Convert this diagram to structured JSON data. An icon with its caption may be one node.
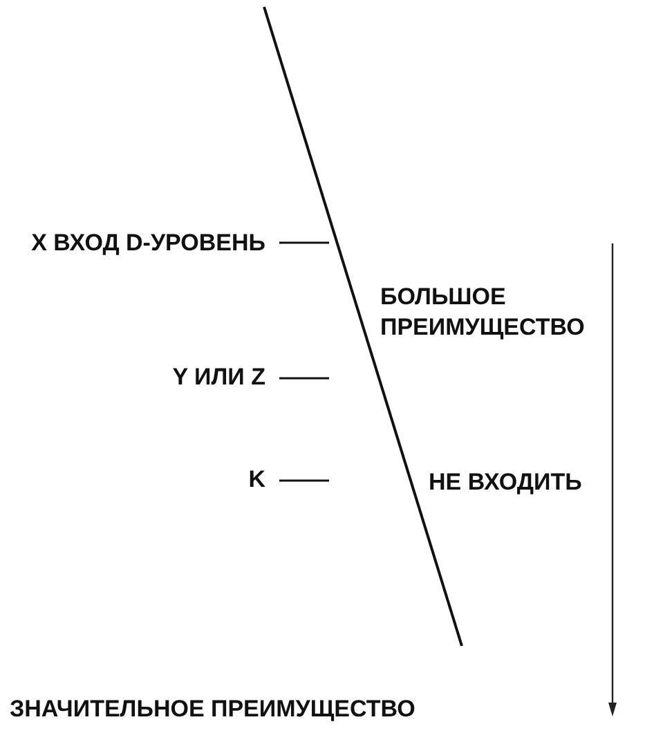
{
  "diagram": {
    "labels": [
      "X ВХОД D-УРОВЕНЬ",
      "БОЛЬШОЕ ПРЕИМУЩЕСТВО",
      "Y ИЛИ Z",
      "K",
      "НЕ ВХОДИТЬ",
      "ЗНАЧИТЕЛЬНОЕ ПРЕИМУЩЕСТВО"
    ]
  }
}
